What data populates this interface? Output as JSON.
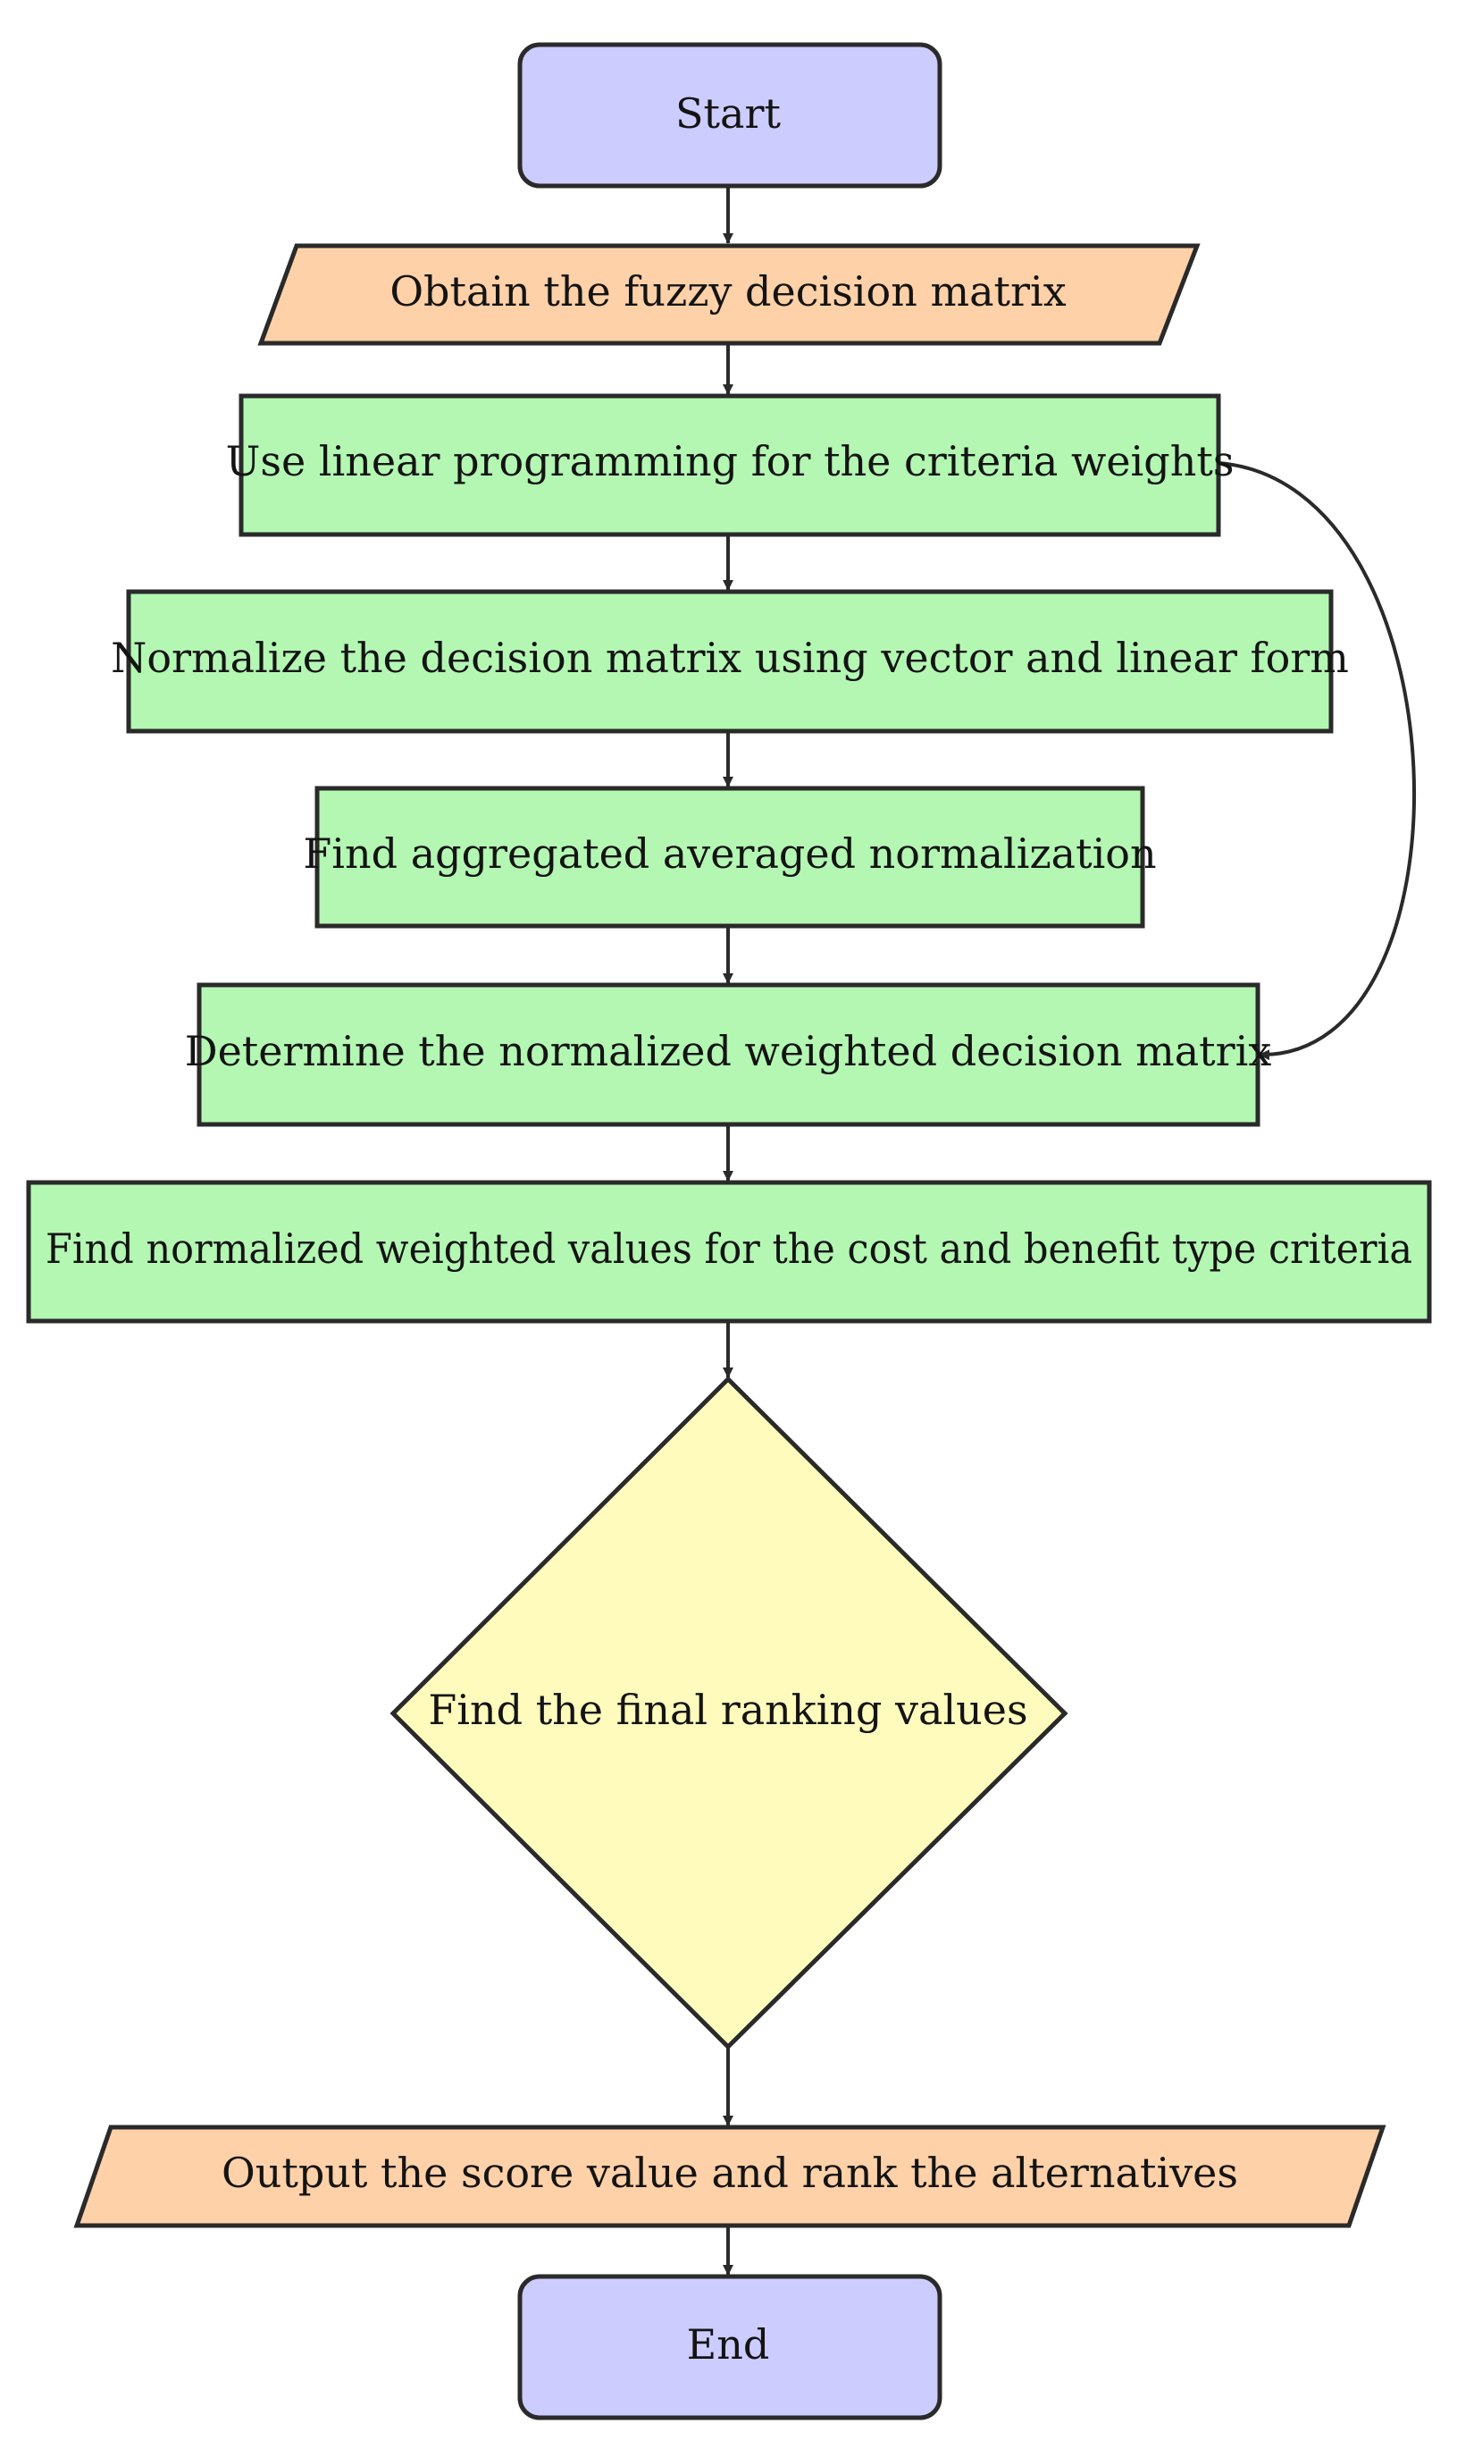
{
  "colors": {
    "terminal": "#ccccff",
    "io": "#ffd1a8",
    "process": "#b3f7b3",
    "decision": "#fffbbd",
    "stroke": "#2a2a2a"
  },
  "nodes": {
    "start": {
      "label": "Start"
    },
    "obtain": {
      "label": "Obtain the fuzzy decision matrix"
    },
    "linear": {
      "label": "Use linear programming for the criteria weights"
    },
    "normalize": {
      "label": "Normalize the decision matrix using vector and linear form"
    },
    "aggregated": {
      "label": "Find aggregated averaged normalization"
    },
    "weighted_matrix": {
      "label": "Determine the normalized weighted decision matrix"
    },
    "cost_benefit": {
      "label": "Find normalized weighted values for the cost and benefit type criteria"
    },
    "ranking": {
      "label": "Find the final ranking values"
    },
    "output": {
      "label": "Output the score value and rank the alternatives"
    },
    "end": {
      "label": "End"
    }
  }
}
